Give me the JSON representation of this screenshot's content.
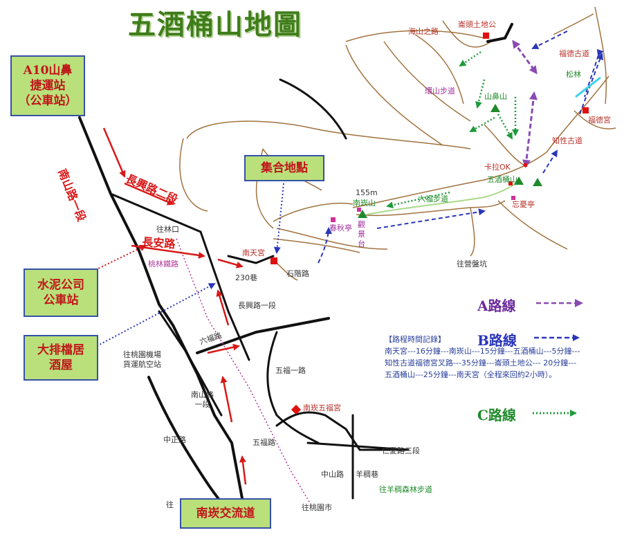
{
  "title": "五酒桶山地圖",
  "boxes": {
    "a10": "A10山鼻\n捷運站\n（公車站）",
    "meet": "集合地點",
    "cement": "水泥公司\n公車站",
    "bar": "大排檔居\n酒屋",
    "interchange": "南崁交流道"
  },
  "red_labels": {
    "nanshan_rd1": "南山路一段",
    "changxing_rd2": "長興路二段",
    "changan_rd": "長安路"
  },
  "roads": {
    "to_linkou": "往林口",
    "taolin_railway": "桃林鐵路",
    "lane230": "230巷",
    "changxing_rd1": "長興路一段",
    "liufu_rd": "六福路",
    "airport_cargo": "往桃園機場\n貨運航空站",
    "nanshan_rd1_small": "南山路\n一段",
    "zhongzheng_rd": "中正路",
    "wufu_rd1": "五福一路",
    "wufu_rd": "五福路",
    "renai_rd3": "仁愛路三段",
    "zhongshan_rd": "中山路",
    "yanggu_lane": "羊稠巷",
    "to_taoyuan": "往桃園市",
    "to_ying": "往營盤坑",
    "haishan_rd": "海山之路",
    "stone_steps": "石階路",
    "to_left_edge": "往"
  },
  "places": {
    "nantian_temple": "南天宮",
    "cuotou_tudi": "崙頭土地公",
    "fude_old_trail": "福德古道",
    "pine_forest": "松林",
    "fude_temple": "福德宮",
    "zhixing_old_trail": "知性古道",
    "huanshan_trail": "環山步道",
    "shanbi_mountain": "山鼻山",
    "karaoke": "卡拉OK",
    "wujiutong_mountain": "五酒桶山",
    "wangyou_pavilion": "忘憂亭",
    "liufu_trail": "六福步道",
    "nankan_mountain": "南崁山",
    "height": "155m",
    "chunqiu_pavilion": "春秋亭",
    "viewing_deck": "觀\n景\n台",
    "nankan_wufu_temple": "南崁五福宮",
    "yanggu_forest_trail": "往羊稠森林步道"
  },
  "legend": {
    "a": "A路線",
    "b": "B路線",
    "c": "C路線",
    "a_color": "#8a4bb0",
    "b_color": "#2a35b8",
    "c_color": "#1f9a3a"
  },
  "times": {
    "header": "【路程時間記錄】",
    "line1": "南天宮---16分鐘---南崁山---15分鐘---五酒桶山---5分鐘---",
    "line2": "知性古道福德宮叉路---35分鐘---崙頭土地公--- 20分鐘---",
    "line3": "五酒桶山---25分鐘---南天宮（全程來回約2小時）。"
  }
}
